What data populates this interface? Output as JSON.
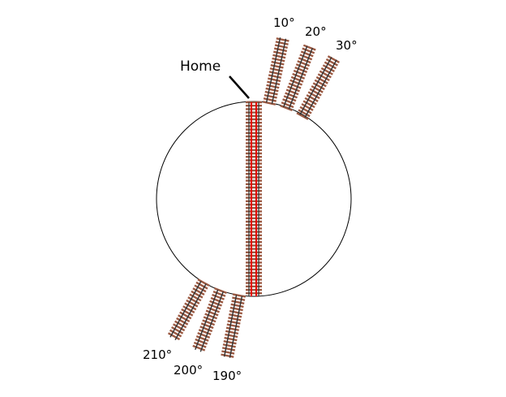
{
  "labels": {
    "home": "Home",
    "deg10": "10°",
    "deg20": "20°",
    "deg30": "30°",
    "deg210": "210°",
    "deg200": "200°",
    "deg190": "190°"
  },
  "colors": {
    "tie": "#9b5a43",
    "tie_dark": "#6d3a28",
    "rail": "#333333",
    "bridge_rail": "#e50000",
    "circle": "#000000"
  }
}
